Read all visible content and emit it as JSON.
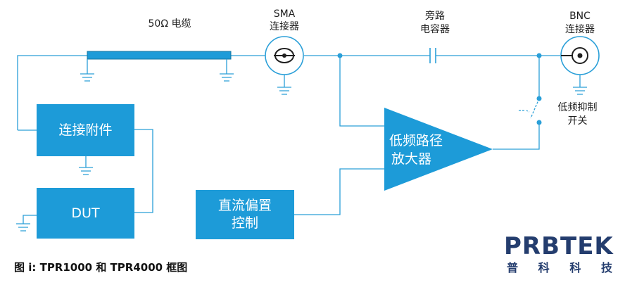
{
  "labels": {
    "cable": "50Ω 电缆",
    "sma_line1": "SMA",
    "sma_line2": "连接器",
    "bypass_line1": "旁路",
    "bypass_line2": "电容器",
    "bnc_line1": "BNC",
    "bnc_line2": "连接器",
    "switch_line1": "低频抑制",
    "switch_line2": "开关"
  },
  "blocks": {
    "accessory": "连接附件",
    "dut": "DUT",
    "amp_line1": "低频路径",
    "amp_line2": "放大器",
    "bias_line1": "直流偏置",
    "bias_line2": "控制"
  },
  "caption": "图 i: TPR1000 和 TPR4000 框图",
  "logo": {
    "brand": "PRBTEK",
    "sub": [
      "普",
      "科",
      "科",
      "技"
    ]
  },
  "colors": {
    "block_fill": "#1d9bd8",
    "wire": "#2a9fd8",
    "logo": "#243d6e"
  }
}
